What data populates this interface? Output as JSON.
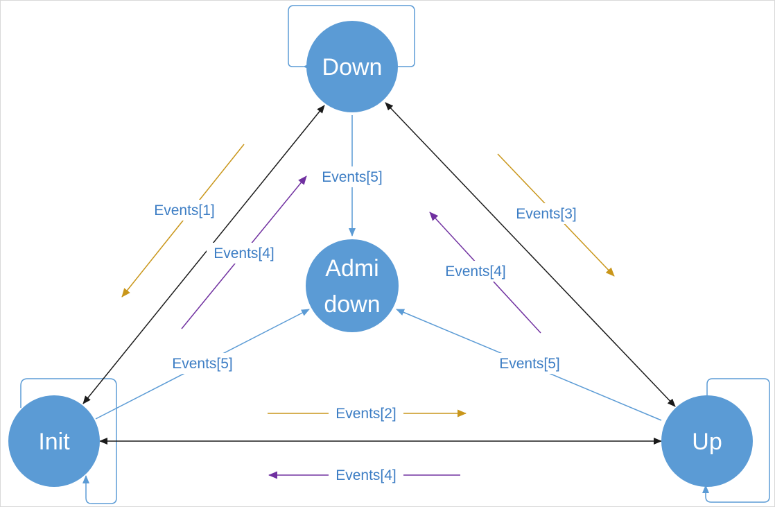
{
  "colors": {
    "node_fill": "#5b9bd5",
    "node_text": "#ffffff",
    "black_edge": "#1a1a1a",
    "blue_edge": "#5b9bd5",
    "gold_arrow": "#c9961a",
    "purple_arrow": "#7030a0",
    "label_text": "#3c7dc4"
  },
  "nodes": {
    "down": {
      "label": "Down"
    },
    "admin": {
      "line1": "Admi",
      "line2": "down"
    },
    "init": {
      "label": "Init"
    },
    "up": {
      "label": "Up"
    }
  },
  "labels": {
    "events1": "Events[1]",
    "events2": "Events[2]",
    "events3": "Events[3]",
    "events4_left": "Events[4]",
    "events4_right": "Events[4]",
    "events4_bottom": "Events[4]",
    "events5_top": "Events[5]",
    "events5_left": "Events[5]",
    "events5_right": "Events[5]"
  }
}
